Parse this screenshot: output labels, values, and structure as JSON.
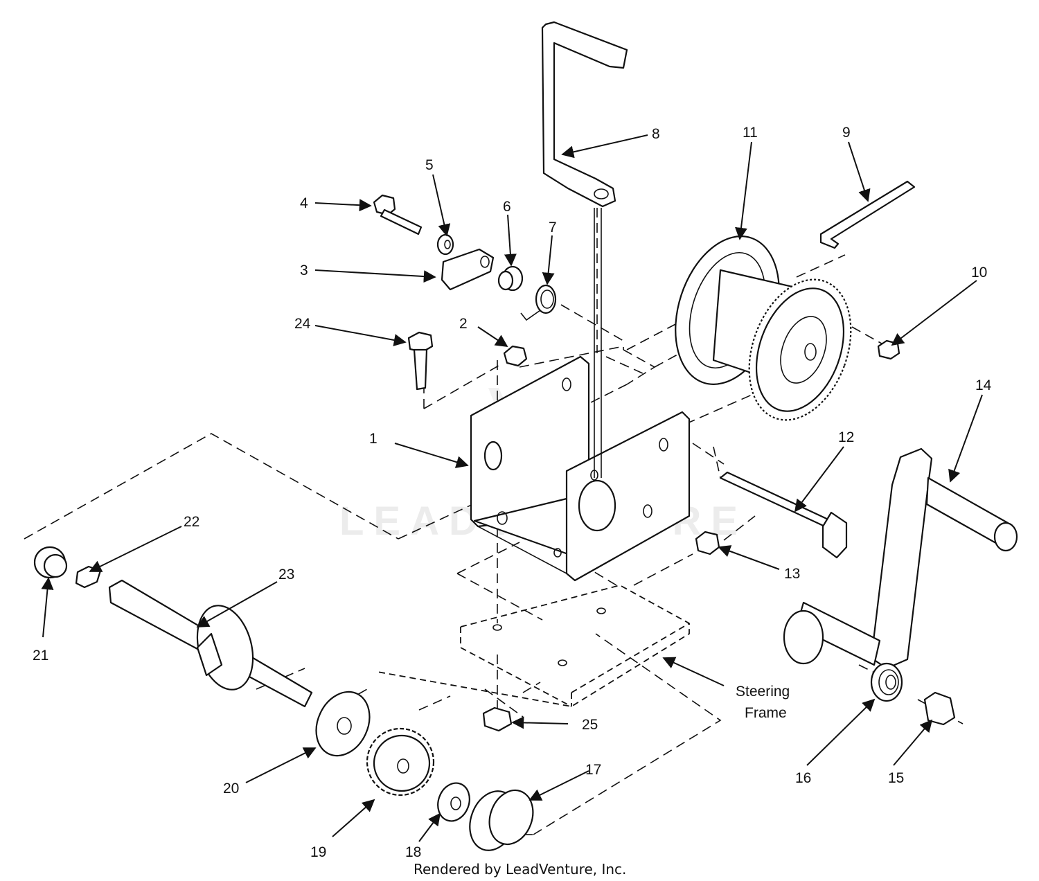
{
  "diagram": {
    "callouts": [
      "1",
      "2",
      "3",
      "4",
      "5",
      "6",
      "7",
      "8",
      "9",
      "10",
      "11",
      "12",
      "13",
      "14",
      "15",
      "16",
      "17",
      "18",
      "19",
      "20",
      "21",
      "22",
      "23",
      "24",
      "25"
    ],
    "frame_label_line1": "Steering",
    "frame_label_line2": "Frame",
    "watermark": "LEADVENTURE",
    "credit": "Rendered by LeadVenture, Inc."
  },
  "colors": {
    "ink": "#111111",
    "watermark": "#ececec",
    "background": "#ffffff"
  }
}
